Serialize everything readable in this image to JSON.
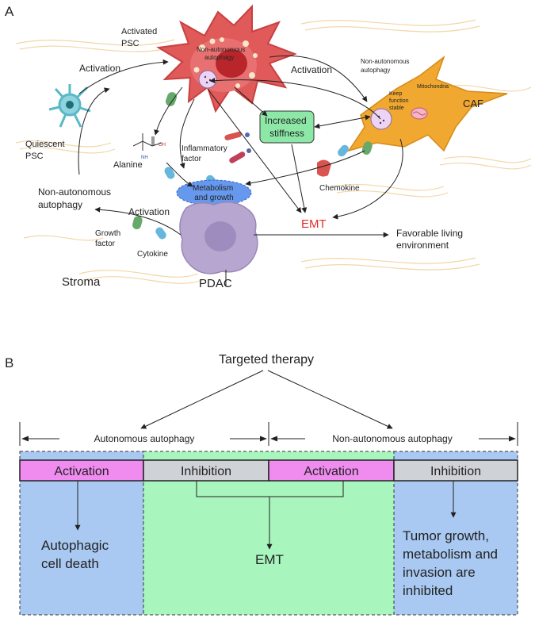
{
  "panel_a": {
    "label": "A",
    "activated_psc": [
      "Activated",
      "PSC"
    ],
    "activated_psc_inner": [
      "Non-autonomous",
      "autophagy"
    ],
    "quiescent_psc": [
      "Quiescent",
      "PSC"
    ],
    "activation_left": "Activation",
    "activation_right": "Activation",
    "activation_bottom": "Activation",
    "caf_autophagy": [
      "Non-autonomous",
      "autophagy"
    ],
    "keep_function": [
      "Keep",
      "function",
      "stable"
    ],
    "mitochondria": "Mitochondria",
    "caf": "CAF",
    "increased_stiffness": [
      "Increased",
      "stiffness"
    ],
    "alanine": "Alanine",
    "alanine_oh": "OH",
    "alanine_nh": "NH",
    "inflammatory_factor": [
      "Inflammatory",
      "factor"
    ],
    "chemokine": "Chemokine",
    "metabolism": [
      "Metabolism",
      "and growth"
    ],
    "non_autonomous_autophagy": [
      "Non-autonomous",
      "autophagy"
    ],
    "growth_factor": [
      "Growth",
      "factor"
    ],
    "cytokine": "Cytokine",
    "emt": "EMT",
    "favorable": [
      "Favorable living",
      "environment"
    ],
    "stroma": "Stroma",
    "pdac": "PDAC"
  },
  "panel_b": {
    "label": "B",
    "targeted_therapy": "Targeted therapy",
    "autonomous_autophagy": "Autonomous autophagy",
    "non_autonomous_autophagy": "Non-autonomous autophagy",
    "box1": "Activation",
    "box2": "Inhibition",
    "box3": "Activation",
    "box4": "Inhibition",
    "result1": [
      "Autophagic",
      "cell death"
    ],
    "result2": "EMT",
    "result3": [
      "Tumor growth,",
      "metabolism and",
      "invasion are",
      "inhibited"
    ]
  },
  "colors": {
    "psc_red": "#e05a5a",
    "caf_orange": "#f0a830",
    "stiffness_green": "#8de8a8",
    "metabolism_blue": "#6699ee",
    "pdac_purple": "#b7a6cf",
    "emt_red": "#e32b2b",
    "activation_pink": "#f08cf0",
    "inhibition_gray": "#cfd3d8",
    "region_blue": "#a9c9f2",
    "region_green": "#a8f5be"
  }
}
